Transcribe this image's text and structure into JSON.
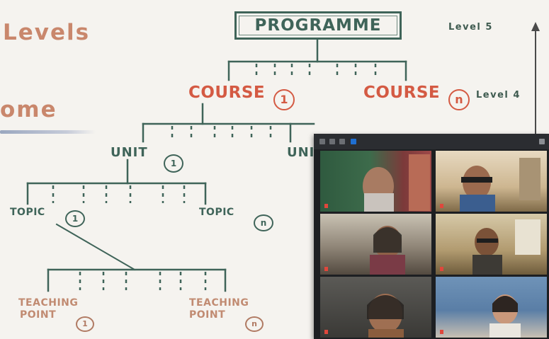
{
  "slide": {
    "left_title_1": "Levels",
    "left_title_2": "ome",
    "root": "PROGRAMME",
    "levels": {
      "level5": "Level 5",
      "level4": "Level 4"
    },
    "course_1": {
      "label": "COURSE",
      "index": "1"
    },
    "course_n": {
      "label": "COURSE",
      "index": "n"
    },
    "unit_1": {
      "label": "UNIT",
      "index": "1"
    },
    "unit_n": {
      "label": "UNI"
    },
    "topic_1": {
      "label": "TOPIC",
      "index": "1"
    },
    "topic_n": {
      "label": "TOPIC",
      "index": "n"
    },
    "tp_1": {
      "label_line1": "TEACHING",
      "label_line2": "POINT",
      "index": "1"
    },
    "tp_n": {
      "label_line1": "TEACHING",
      "label_line2": "POINT",
      "index": "n"
    }
  },
  "colors": {
    "red_node": "#d45a43",
    "green_node": "#3f6459",
    "tan_node": "#c18b72",
    "video_bg": "#1d1f22"
  },
  "video_call": {
    "participants": [
      {
        "name": ""
      },
      {
        "name": ""
      },
      {
        "name": ""
      },
      {
        "name": ""
      },
      {
        "name": ""
      },
      {
        "name": ""
      }
    ]
  }
}
